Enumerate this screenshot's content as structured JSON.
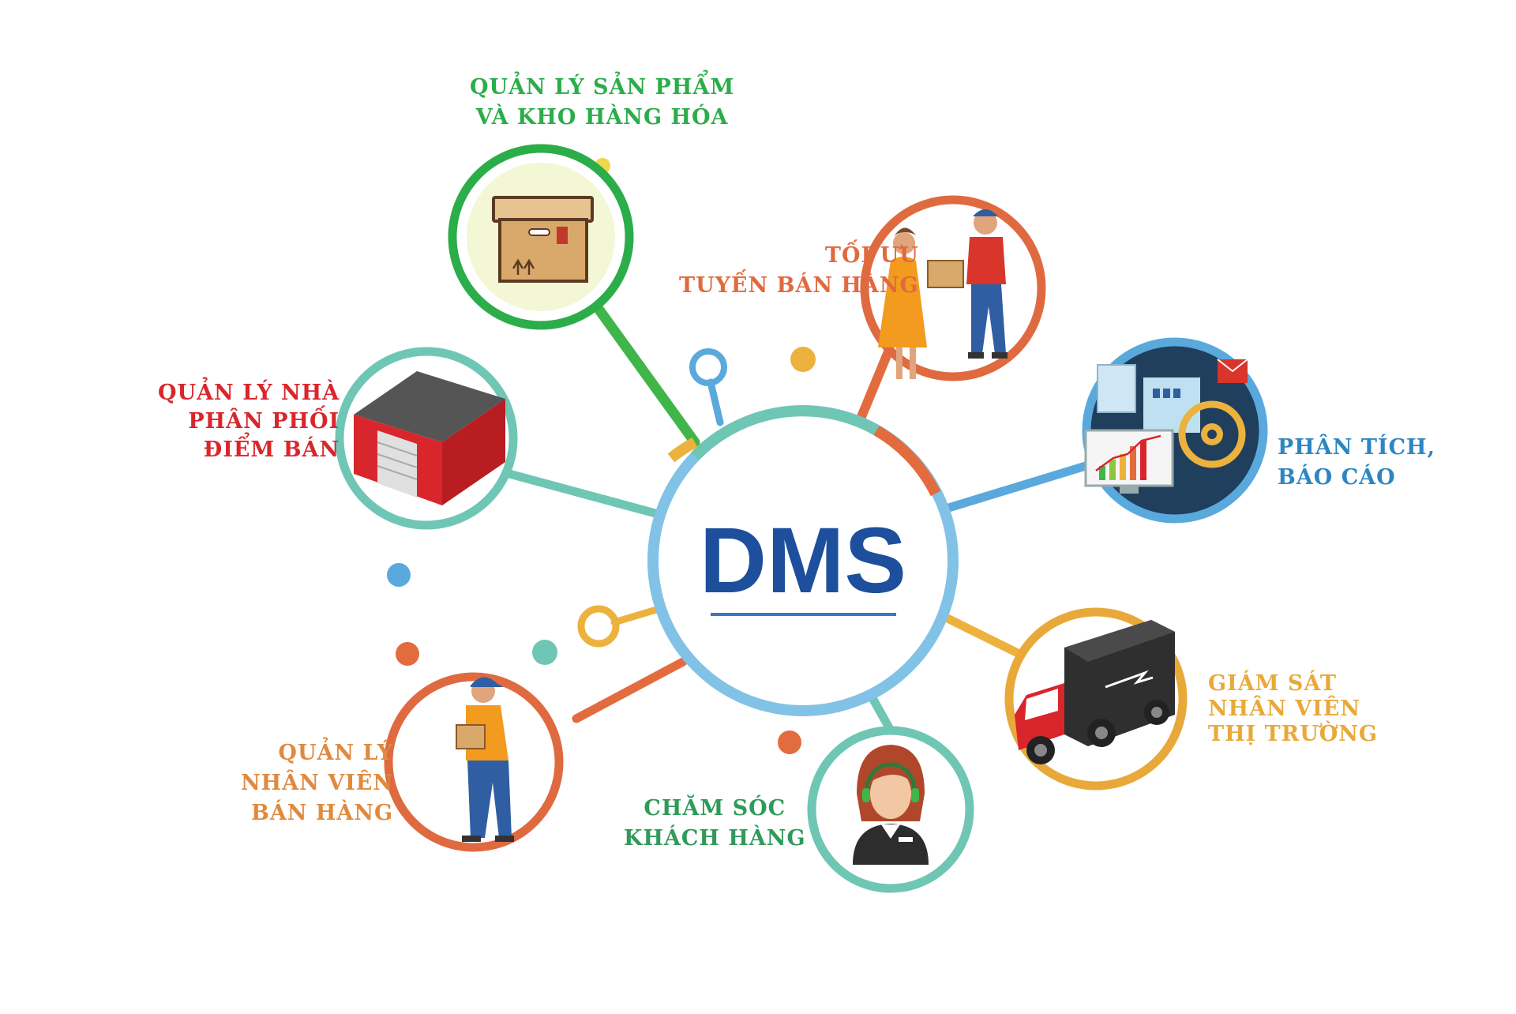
{
  "center": {
    "title": "DMS",
    "color": "#1e4f9c",
    "underline_color": "#3a78c2"
  },
  "nodes": [
    {
      "id": "warehouse-goods",
      "icon": "cardboard-box-icon",
      "color": "#2bad4a",
      "label_lines": [
        "QUẢN LÝ SẢN PHẨM",
        "VÀ KHO HÀNG HÓA"
      ]
    },
    {
      "id": "route-optimization",
      "icon": "package-delivery-handover-icon",
      "color": "#e06a3f",
      "label_lines": [
        "TỐI ƯU",
        "TUYẾN BÁN HÀNG"
      ]
    },
    {
      "id": "analytics-reports",
      "icon": "analytics-dashboard-icon",
      "color": "#2e86c1",
      "label_lines": [
        "PHÂN TÍCH,",
        "BÁO CÁO"
      ]
    },
    {
      "id": "field-staff-monitoring",
      "icon": "delivery-truck-icon",
      "color": "#e8a93a",
      "label_lines": [
        "GIÁM SÁT",
        "NHÂN VIÊN",
        "THỊ TRƯỜNG"
      ]
    },
    {
      "id": "customer-care",
      "icon": "headset-agent-icon",
      "color": "#2f9a5a",
      "label_lines": [
        "CHĂM SÓC",
        "KHÁCH HÀNG"
      ]
    },
    {
      "id": "sales-staff",
      "icon": "delivery-worker-icon",
      "color": "#e08a3f",
      "label_lines": [
        "QUẢN LÝ",
        "NHÂN VIÊN",
        "BÁN HÀNG"
      ]
    },
    {
      "id": "distributors",
      "icon": "red-warehouse-building-icon",
      "color": "#d9262c",
      "label_lines": [
        "QUẢN LÝ NHÀ",
        "PHÂN PHỐI",
        "ĐIỂM BÁN"
      ]
    }
  ],
  "colors": {
    "green": "#3fb54a",
    "orange": "#e36c3f",
    "blue": "#5aa9dc",
    "yellow": "#ecb23d",
    "teal": "#6fc6b4",
    "red": "#d9262c"
  }
}
